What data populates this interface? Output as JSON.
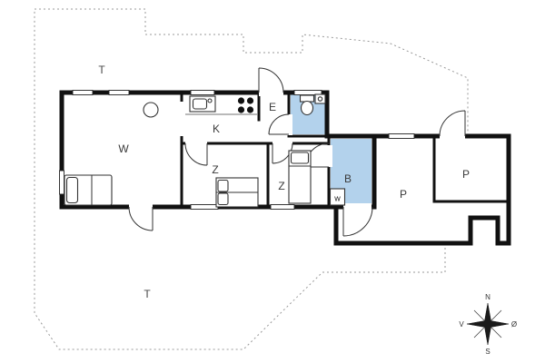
{
  "rooms": [
    {
      "id": "terrace-top",
      "label": "T"
    },
    {
      "id": "terrace-bottom",
      "label": "T"
    },
    {
      "id": "living-room",
      "label": "W"
    },
    {
      "id": "kitchen",
      "label": "K"
    },
    {
      "id": "entry",
      "label": "E"
    },
    {
      "id": "bedroom-1",
      "label": "Z"
    },
    {
      "id": "bedroom-2",
      "label": "Z"
    },
    {
      "id": "bathroom",
      "label": "B"
    },
    {
      "id": "washing-machine",
      "label": "w"
    },
    {
      "id": "carport-left",
      "label": "P"
    },
    {
      "id": "carport-right",
      "label": "P"
    }
  ],
  "compass": {
    "north": "N",
    "east": "Ø",
    "south": "S",
    "west": "V"
  },
  "colors": {
    "wet_room_fill": "#b3d2ec",
    "window_tint": "#d3e5f5",
    "wall": "#111111",
    "boundary_dotted": "#999999"
  },
  "furniture_icons": [
    "sofa-bed-icon",
    "dining-table-icon",
    "kitchen-sink-icon",
    "stove-icon",
    "toilet-icon",
    "hand-basin-icon",
    "double-bed-icon",
    "single-bed-icon",
    "washing-machine-icon"
  ]
}
